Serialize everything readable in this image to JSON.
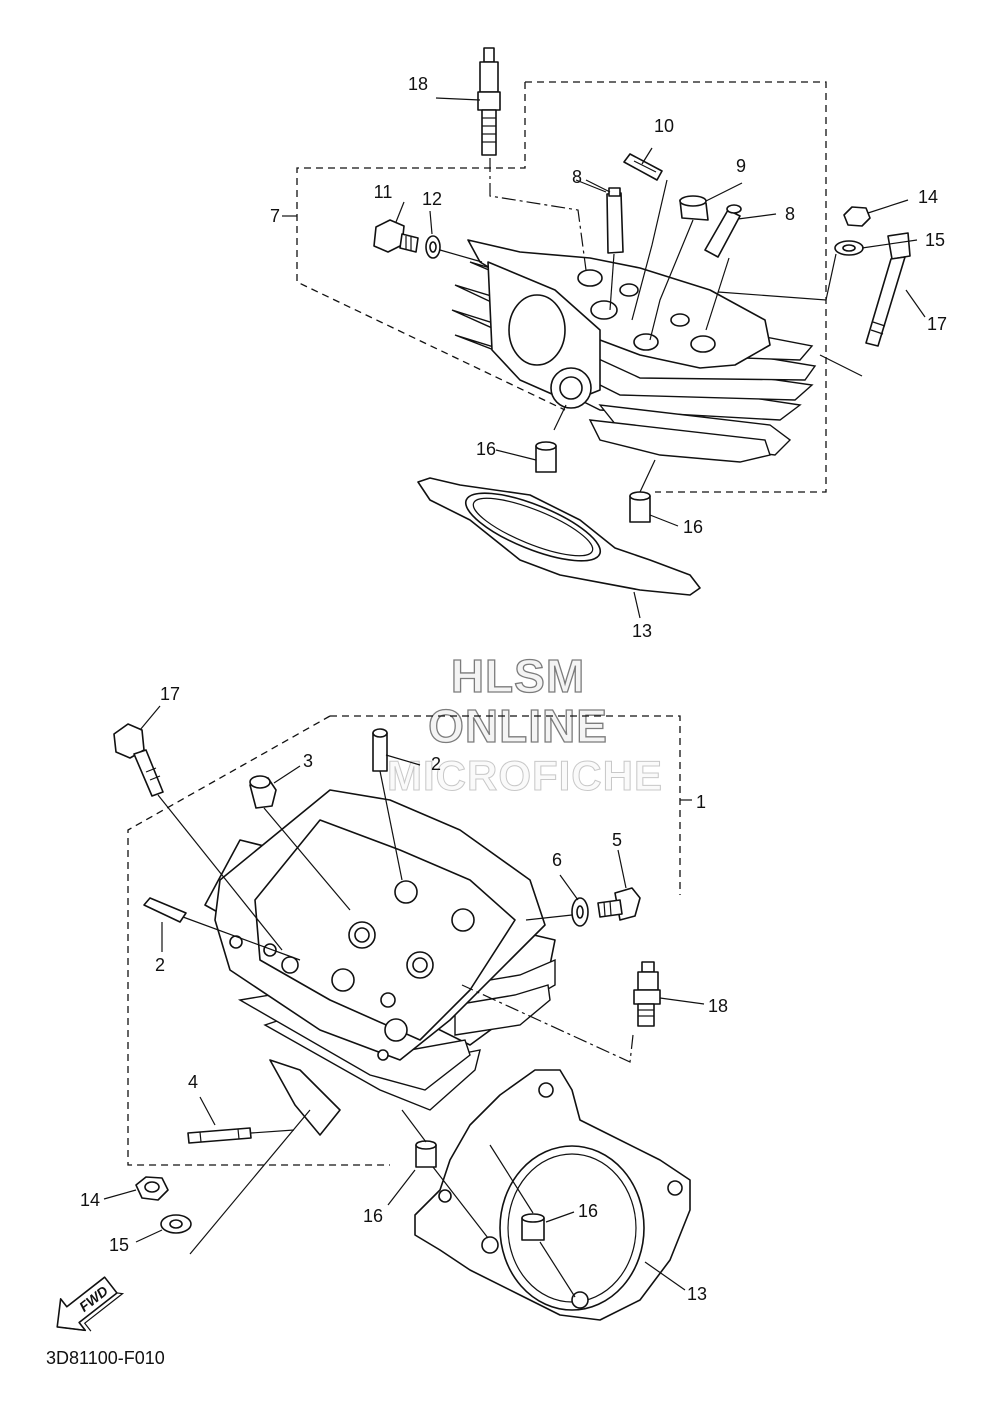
{
  "diagram_code": "3D81100-F010",
  "fwd_label": "FWD",
  "watermark": [
    "HLSM",
    "ONLINE",
    "MICROFICHE"
  ],
  "callouts": {
    "upper": {
      "c18": "18",
      "c10": "10",
      "c9": "9",
      "c8a": "8",
      "c8b": "8",
      "c11": "11",
      "c12": "12",
      "c7": "7",
      "c14": "14",
      "c15": "15",
      "c17": "17",
      "c16a": "16",
      "c16b": "16",
      "c13": "13"
    },
    "lower": {
      "c17": "17",
      "c3": "3",
      "c2a": "2",
      "c1": "1",
      "c6": "6",
      "c5": "5",
      "c2b": "2",
      "c18": "18",
      "c4": "4",
      "c14": "14",
      "c16a": "16",
      "c16b": "16",
      "c15": "15",
      "c13": "13"
    }
  }
}
